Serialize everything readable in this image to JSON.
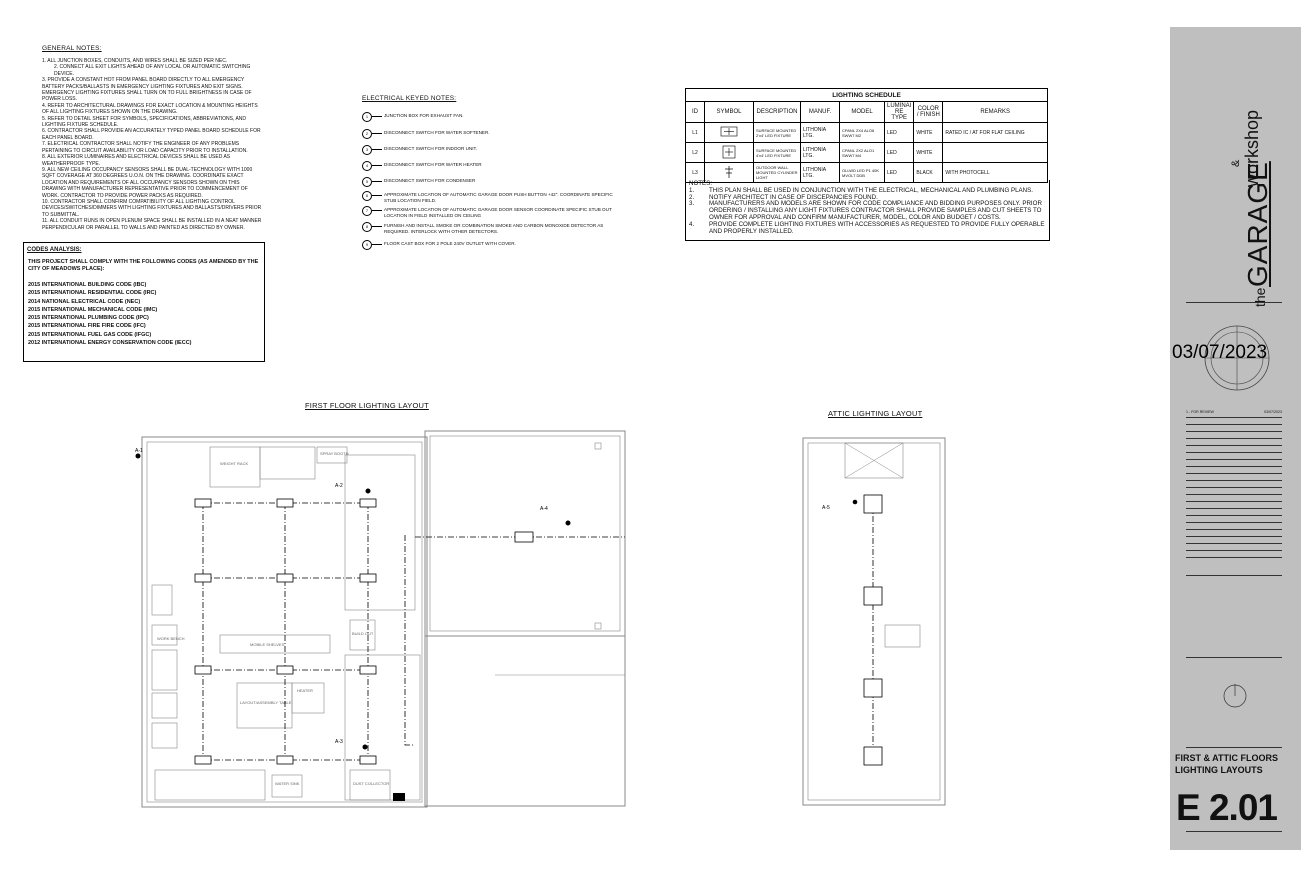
{
  "general_notes": {
    "title": "GENERAL NOTES:",
    "items": [
      "1.      ALL JUNCTION BOXES, CONDUITS, AND WIRES SHALL BE SIZED PER NEC.",
      "2. CONNECT ALL EXIT LIGHTS AHEAD OF ANY LOCAL OR AUTOMATIC SWITCHING DEVICE.",
      "3.      PROVIDE A CONSTANT HOT FROM PANEL BOARD DIRECTLY TO ALL EMERGENCY BATTERY PACKS/BALLASTS IN EMERGENCY LIGHTING FIXTURES AND EXIT SIGNS. EMERGENCY LIGHTING FIXTURES SHALL TURN ON TO FULL BRIGHTNESS IN CASE OF POWER LOSS.",
      "4.      REFER TO ARCHITECTURAL DRAWINGS FOR EXACT LOCATION & MOUNTING HEIGHTS OF ALL LIGHTING FIXTURES SHOWN ON THE DRAWING.",
      "5.      REFER TO DETAIL SHEET FOR SYMBOLS, SPECIFICATIONS, ABBREVIATIONS, AND LIGHTING FIXTURE SCHEDULE.",
      "6.      CONTRACTOR SHALL PROVIDE AN ACCURATELY TYPED PANEL BOARD SCHEDULE FOR EACH PANEL BOARD.",
      "7.      ELECTRICAL CONTRACTOR SHALL NOTIFY THE ENGINEER OF ANY PROBLEMS PERTAINING TO CIRCUIT AVAILABILITY OR LOAD CAPACITY PRIOR TO INSTALLATION.",
      "8.      ALL EXTERIOR LUMINAIRES AND ELECTRICAL DEVICES SHALL BE USED AS WEATHERPROOF TYPE.",
      "9.      ALL NEW CEILING OCCUPANCY SENSORS SHALL BE DUAL-TECHNOLOGY WITH 1000 SQFT COVERAGE AT 360 DEGREES U.O.N. ON THE DRAWING. COORDINATE EXACT LOCATION AND REQUIREMENTS OF ALL OCCUPANCY SENSORS SHOWN ON THIS DRAWING WITH MANUFACTURER REPRESENTATIVE PRIOR TO COMMENCEMENT OF WORK. CONTRACTOR TO PROVIDE POWER PACKS AS REQUIRED.",
      "10.      CONTRACTOR SHALL CONFIRM COMPATIBILITY OF ALL LIGHTING CONTROL DEVICES/SWITCHES/DIMMERS WITH LIGHTING FIXTURES AND BALLASTS/DRIVERS PRIOR TO SUBMITTAL.",
      "11.      ALL CONDUIT RUNS IN OPEN PLENUM SPACE SHALL BE INSTALLED IN A NEAT MANNER PERPENDICULAR OR PARALLEL TO WALLS AND PAINTED AS DIRECTED BY OWNER."
    ]
  },
  "codes_analysis": {
    "title": "CODES ANALYSIS:",
    "intro": "THIS PROJECT SHALL COMPLY WITH THE FOLLOWING CODES (AS AMENDED BY THE CITY OF MEADOWS PLACE):",
    "codes": [
      "2015 INTERNATIONAL BUILDING CODE (IBC)",
      "2015 INTERNATIONAL RESIDENTIAL CODE (IRC)",
      "2014 NATIONAL ELECTRICAL CODE (NEC)",
      "2015 INTERNATIONAL MECHANICAL CODE (IMC)",
      "2015 INTERNATIONAL PLUMBING CODE (IPC)",
      "2015 INTERNATIONAL FIRE FIRE CODE (IFC)",
      "2015 INTERNATIONAL FUEL GAS CODE (IFGC)",
      "2012 INTERNATIONAL ENERGY CONSERVATION CODE (IECC)"
    ]
  },
  "keyed_notes": {
    "title": "ELECTRICAL KEYED NOTES:",
    "items": [
      {
        "n": "1",
        "text": "JUNCTION BOX FOR EXHAUST FAN."
      },
      {
        "n": "2",
        "text": "DISCONNECT SWITCH FOR WATER SOFTENER."
      },
      {
        "n": "3",
        "text": "DISCONNECT SWITCH FOR INDOOR UNIT."
      },
      {
        "n": "4",
        "text": "DISCONNECT SWITCH FOR WATER HEATER"
      },
      {
        "n": "5",
        "text": "DISCONNECT SWITCH FOR CONDENSER"
      },
      {
        "n": "6",
        "text": "APPROXIMATE LOCATION OF AUTOMATIC GARAGE DOOR PUSH BUTTON +42\". COORDINATE SPECIFIC STUB LOCATION FIELD."
      },
      {
        "n": "7",
        "text": "APPROXIMATE LOCATION OF AUTOMATIC GARAGE DOOR SENSOR COORDINATE SPECIFIC STUB OUT LOCATION IN FIELD INSTALLED ON CEILING"
      },
      {
        "n": "8",
        "text": "FURNISH AND INSTALL SMOKE OR COMBINATION SMOKE AND CARBON MONOXIDE DETECTOR AS REQUIRED. INTERLOCK WITH OTHER DETECTORS."
      },
      {
        "n": "9",
        "text": "FLOOR CAST BOX FOR 2 POLE 240V OUTLET WITH COVER."
      }
    ]
  },
  "lighting_schedule": {
    "title": "LIGHTING SCHEDULE",
    "headers": [
      "ID",
      "SYMBOL",
      "DESCRIPTION",
      "MANUF.",
      "MODEL",
      "LUMINAI RE TYPE",
      "COLOR / FINISH",
      "REMARKS"
    ],
    "rows": [
      {
        "id": "L1",
        "description": "SURFACE MOUNTED 2'x4' LED FIXTURE",
        "manuf": "LITHONIA LTG.",
        "model": "CPANL 2X4 ALO6 SWW7 M2",
        "type": "LED",
        "finish": "WHITE",
        "remarks": "RATED IC / AT FOR FLAT CEILING"
      },
      {
        "id": "L2",
        "description": "SURFACE MOUNTED 4'x4' LED FIXTURE",
        "manuf": "LITHONIA LTG.",
        "model": "CPANL 2X2 ALO1 SWW7 M4",
        "type": "LED",
        "finish": "WHITE",
        "remarks": ""
      },
      {
        "id": "L3",
        "description": "OUTDOOR WALL MOUNTED CYLINDER LIGHT",
        "manuf": "LITHONIA LTG.",
        "model": "OLLWD LED P1 40K MVOLT DDB",
        "type": "LED",
        "finish": "BLACK",
        "remarks": "WITH PHOTOCELL"
      }
    ],
    "notes_title": "NOTES:",
    "notes": [
      {
        "n": "1.",
        "text": "THIS PLAN SHALL BE USED IN CONJUNCTION WITH THE ELECTRICAL, MECHANICAL AND PLUMBING PLANS."
      },
      {
        "n": "2.",
        "text": "NOTIFY ARCHITECT IN CASE OF DISCEPANCIES FOUND."
      },
      {
        "n": "3.",
        "text": "MANUFACTURERS AND MODELS ARE SHOWN FOR CODE COMPLIANCE AND BIDDING PURPOSES ONLY. PRIOR ORDERING / INSTALLING ANY LIGHT FIXTURES CONTRACTOR SHALL PROVIDE SAMPLES AND CUT SHEETS TO OWNER FOR APPROVAL AND CONFIRM MANUFACTURER, MODEL, COLOR AND BUDGET / COSTS."
      },
      {
        "n": "4.",
        "text": "PROVIDE COMPLETE LIGHTING FIXTURES WITH ACCESSORIES AS REQUESTED TO PROVIDE FULLY OPERABLE AND PROPERLY INSTALLED."
      }
    ]
  },
  "first_floor": {
    "title": "FIRST FLOOR LIGHTING LAYOUT",
    "tags": [
      "A-1",
      "A-2",
      "A-3",
      "A-4"
    ],
    "rooms": [
      "WEIGHT RACK",
      "MOBILE SHELVES",
      "LAYOUT/ASSEMBLY TABLE",
      "HEATER",
      "WATER SINK",
      "DUST COLLECTOR",
      "SPRAY BOOTH",
      "BUILD OUT",
      "WORK BENCH"
    ]
  },
  "attic": {
    "title": "ATTIC LIGHTING LAYOUT",
    "tags": [
      "A-5"
    ]
  },
  "title_block": {
    "the": "the",
    "garage": "GARAGE",
    "amp": "&",
    "workshop": "workshop",
    "date": "03/07/2023",
    "revision": "1 - FOR REVIEW",
    "revision_date": "03/07/2023",
    "sheet_title": "FIRST & ATTIC FLOORS LIGHTING LAYOUTS",
    "sheet_number": "E 2.01"
  }
}
